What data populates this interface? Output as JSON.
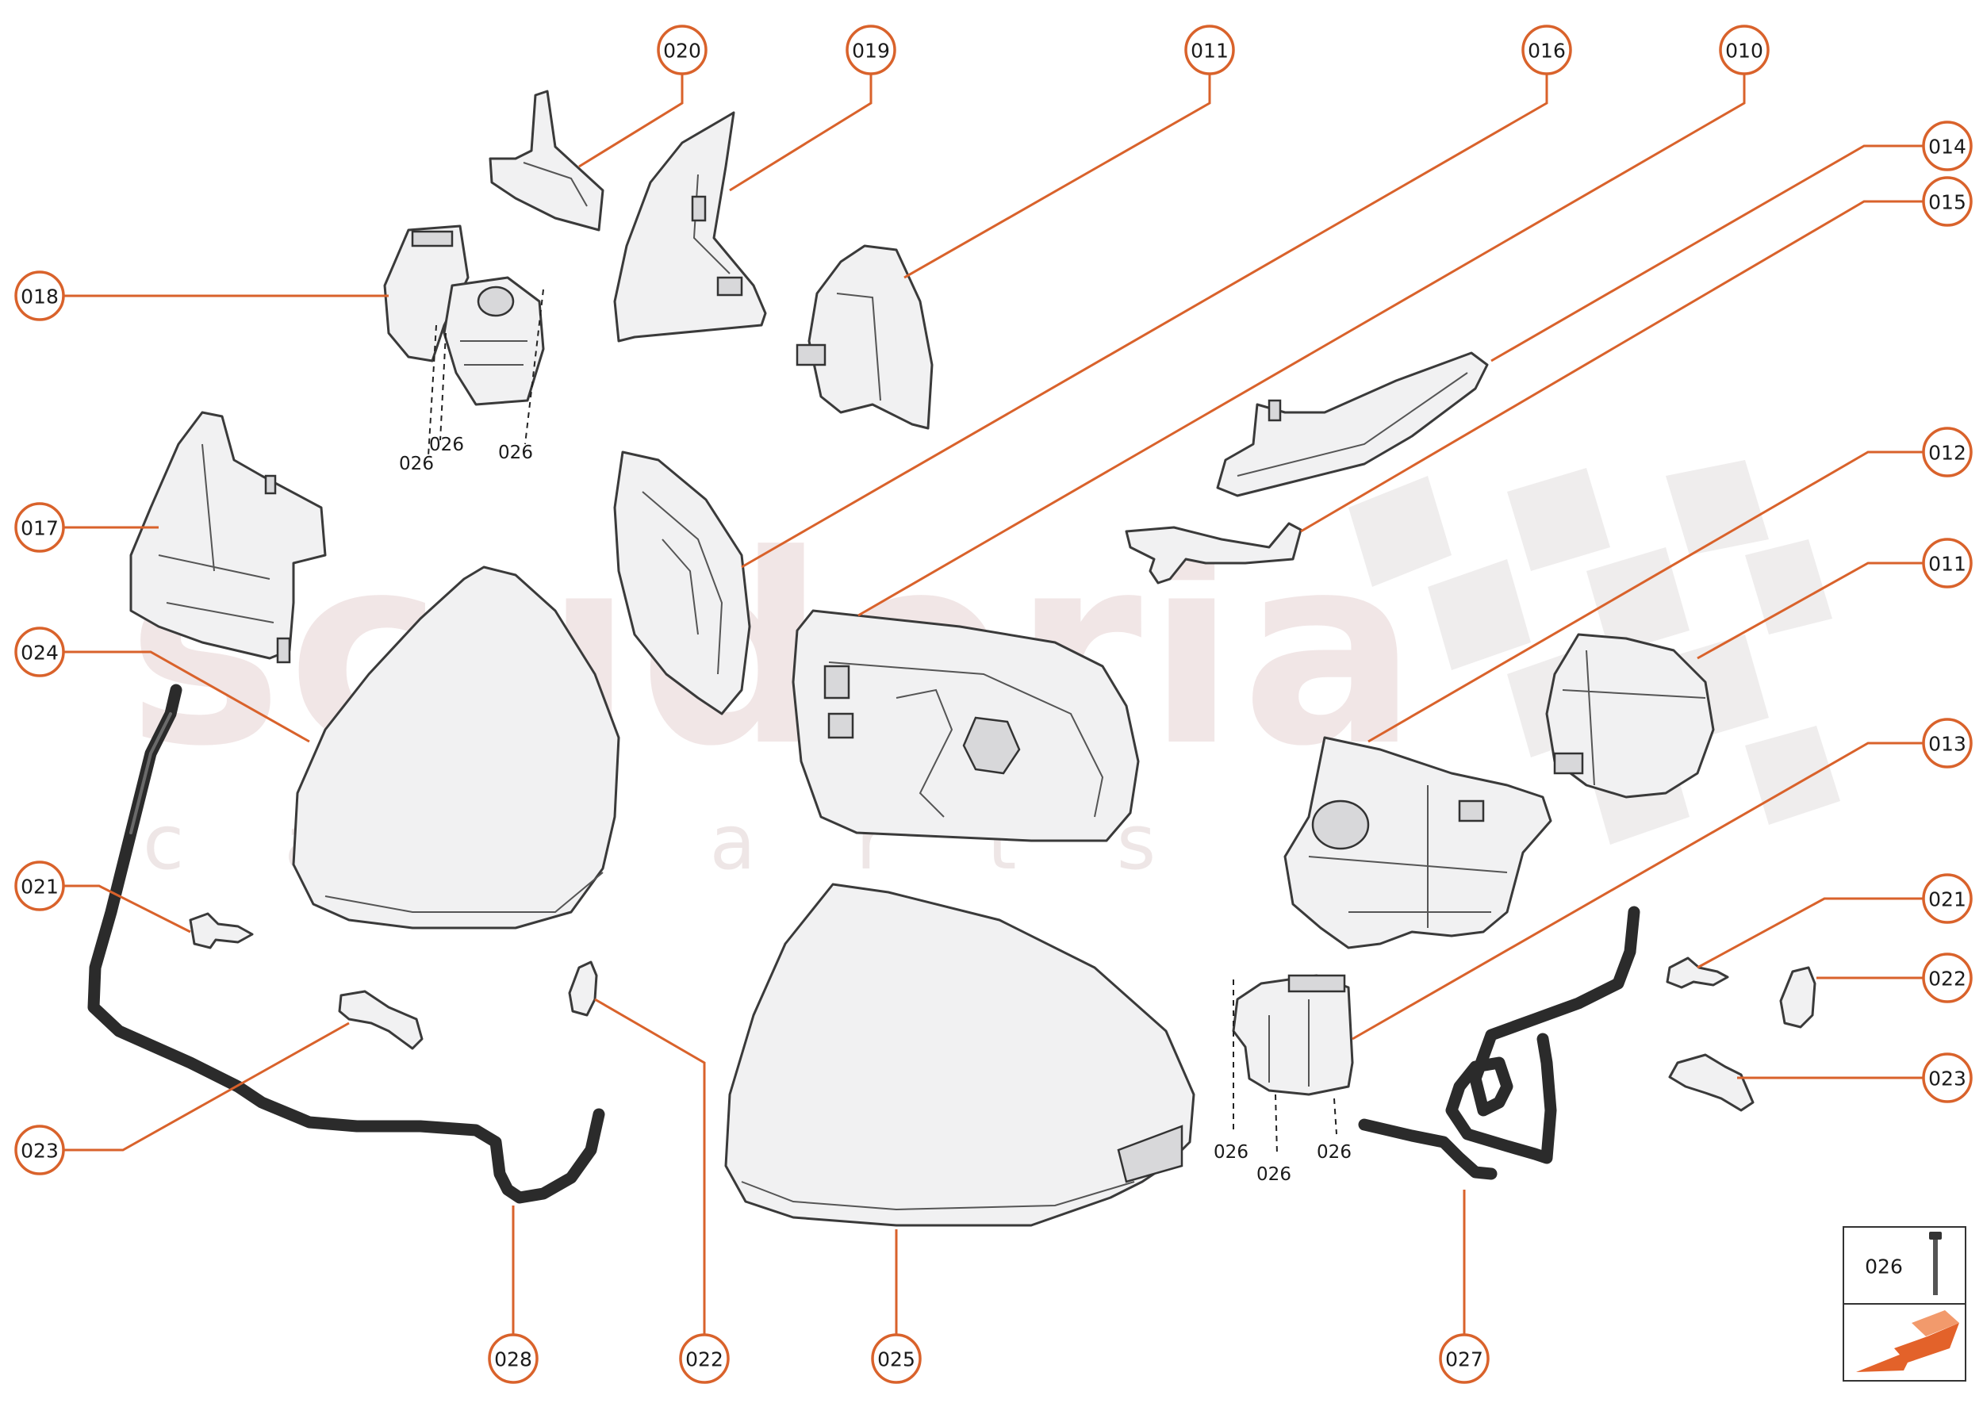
{
  "watermark": {
    "brand": "scuderia",
    "tagline": "c a r   p a r t s"
  },
  "callouts": [
    {
      "id": "c-020",
      "label": "020"
    },
    {
      "id": "c-019",
      "label": "019"
    },
    {
      "id": "c-011-top",
      "label": "011"
    },
    {
      "id": "c-016",
      "label": "016"
    },
    {
      "id": "c-010",
      "label": "010"
    },
    {
      "id": "c-014",
      "label": "014"
    },
    {
      "id": "c-015",
      "label": "015"
    },
    {
      "id": "c-018",
      "label": "018"
    },
    {
      "id": "c-017",
      "label": "017"
    },
    {
      "id": "c-012",
      "label": "012"
    },
    {
      "id": "c-011-right",
      "label": "011"
    },
    {
      "id": "c-024",
      "label": "024"
    },
    {
      "id": "c-013",
      "label": "013"
    },
    {
      "id": "c-021-left",
      "label": "021"
    },
    {
      "id": "c-021-right",
      "label": "021"
    },
    {
      "id": "c-022-right",
      "label": "022"
    },
    {
      "id": "c-023-right",
      "label": "023"
    },
    {
      "id": "c-023-left",
      "label": "023"
    },
    {
      "id": "c-028",
      "label": "028"
    },
    {
      "id": "c-022-bottom",
      "label": "022"
    },
    {
      "id": "c-025",
      "label": "025"
    },
    {
      "id": "c-027",
      "label": "027"
    }
  ],
  "screw_labels": [
    "026",
    "026",
    "026",
    "026",
    "026",
    "026"
  ],
  "legend": {
    "part_number": "026",
    "screw_icon": "screw-icon",
    "direction_icon": "front-direction-arrow-icon"
  },
  "colors": {
    "accent": "#d9622b",
    "ink": "#1a1a1a",
    "watermark": "#e7d3d3"
  }
}
